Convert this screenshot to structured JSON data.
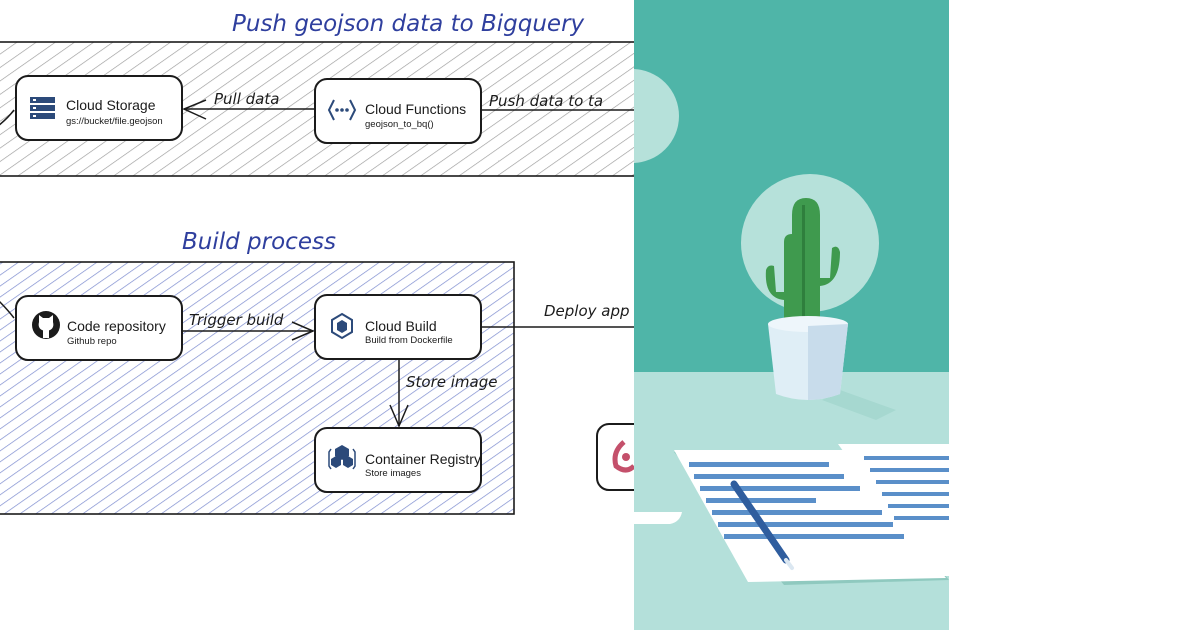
{
  "sections": {
    "push": {
      "title": "Push geojson data to Bigquery"
    },
    "build": {
      "title": "Build process"
    }
  },
  "nodes": {
    "cloud_storage": {
      "title": "Cloud Storage",
      "subtitle": "gs://bucket/file.geojson",
      "icon": "cloud-storage-icon"
    },
    "cloud_functions": {
      "title": "Cloud Functions",
      "subtitle": "geojson_to_bq()",
      "icon": "cloud-functions-icon"
    },
    "code_repository": {
      "title": "Code repository",
      "subtitle": "Github repo",
      "icon": "github-icon"
    },
    "cloud_build": {
      "title": "Cloud Build",
      "subtitle": "Build from Dockerfile",
      "icon": "cloud-build-icon"
    },
    "container_registry": {
      "title": "Container Registry",
      "subtitle": "Store images",
      "icon": "container-registry-icon"
    }
  },
  "edges": {
    "pull_data": "Pull data",
    "push_data": "Push data to ta",
    "trigger_build": "Trigger build",
    "store_image": "Store image",
    "deploy_app": "Deploy app"
  },
  "colors": {
    "title_blue": "#2f3f9e",
    "hatch_gray": "#9a9a9a",
    "hatch_blue": "#7d8ccf",
    "teal_wall": "#4fb5a8",
    "teal_desk": "#b4e0da",
    "cactus_green": "#3f9a4e"
  }
}
